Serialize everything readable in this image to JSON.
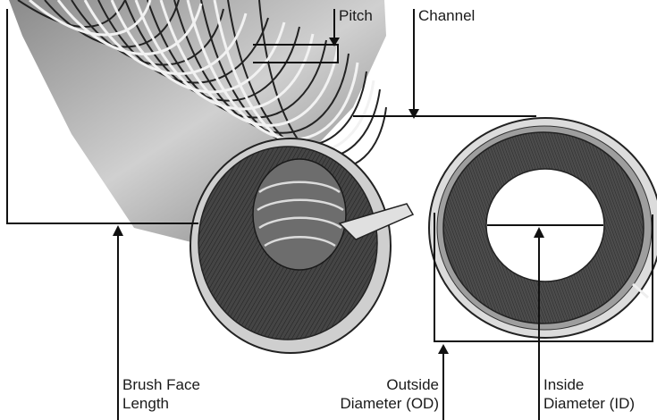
{
  "labels": {
    "pitch": "Pitch",
    "channel": "Channel",
    "brush_face_length": [
      "Brush Face",
      "Length"
    ],
    "outside_diameter": [
      "Outside",
      "Diameter (OD)"
    ],
    "inside_diameter": [
      "Inside",
      "Diameter (ID)"
    ]
  },
  "colors": {
    "line": "#111111",
    "bristle_dark": "#3a3a3a",
    "bristle_mid": "#6a6a6a",
    "channel_light": "#e8e8e8",
    "shade": "#9a9a9a"
  }
}
